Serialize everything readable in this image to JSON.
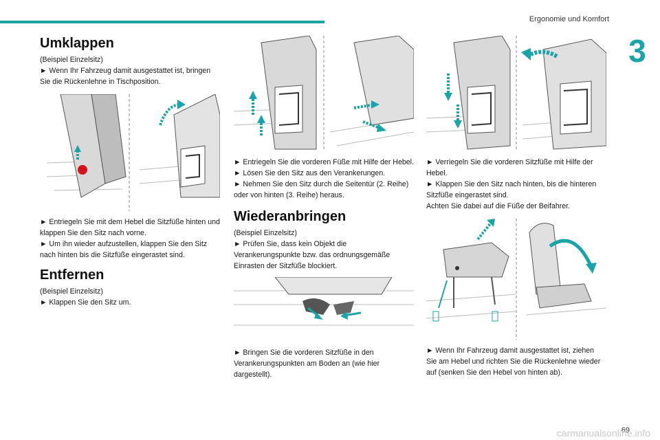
{
  "header": {
    "section": "Ergonomie und Komfort",
    "chapter": "3"
  },
  "col1": {
    "h1": "Umklappen",
    "p1": "(Beispiel Einzelsitz)",
    "p2": "► Wenn Ihr Fahrzeug damit ausgestattet ist, bringen Sie die Rückenlehne in Tischposition.",
    "p3": "► Entriegeln Sie mit dem Hebel die Sitzfüße hinten und klappen Sie den Sitz nach vorne.",
    "p4": "► Um ihn wieder aufzustellen, klappen Sie den Sitz nach hinten bis die Sitzfüße eingerastet sind.",
    "h2": "Entfernen",
    "p5": "(Beispiel Einzelsitz)",
    "p6": "► Klappen Sie den Sitz um."
  },
  "col2": {
    "p1": "► Entriegeln Sie die vorderen Füße mit Hilfe der Hebel.",
    "p2": "► Lösen Sie den Sitz aus den Verankerungen.",
    "p3": "► Nehmen Sie den Sitz durch die Seitentür (2. Reihe) oder von hinten (3. Reihe) heraus.",
    "h1": "Wiederanbringen",
    "p4": "(Beispiel Einzelsitz)",
    "p5": "► Prüfen Sie, dass kein Objekt die Verankerungspunkte bzw. das ordnungsgemäße Einrasten der Sitzfüße blockiert.",
    "p6": "► Bringen Sie die vorderen Sitzfüße in den Verankerungspunkten am Boden an (wie hier dargestellt)."
  },
  "col3": {
    "p1": "► Verriegeln Sie die vorderen Sitzfüße mit Hilfe der Hebel.",
    "p2": "► Klappen Sie den Sitz nach hinten, bis die hinteren Sitzfüße eingerastet sind.",
    "p3": "Achten Sie dabei auf die Füße der Beifahrer.",
    "p4": "► Wenn Ihr Fahrzeug damit ausgestattet ist, ziehen Sie am Hebel und richten Sie die Rückenlehne wieder auf (senken Sie den Hebel von hinten ab)."
  },
  "footer": {
    "page": "69",
    "watermark": "carmanualsonline.info"
  },
  "colors": {
    "accent": "#1aa3a8",
    "red": "#d4141c"
  }
}
